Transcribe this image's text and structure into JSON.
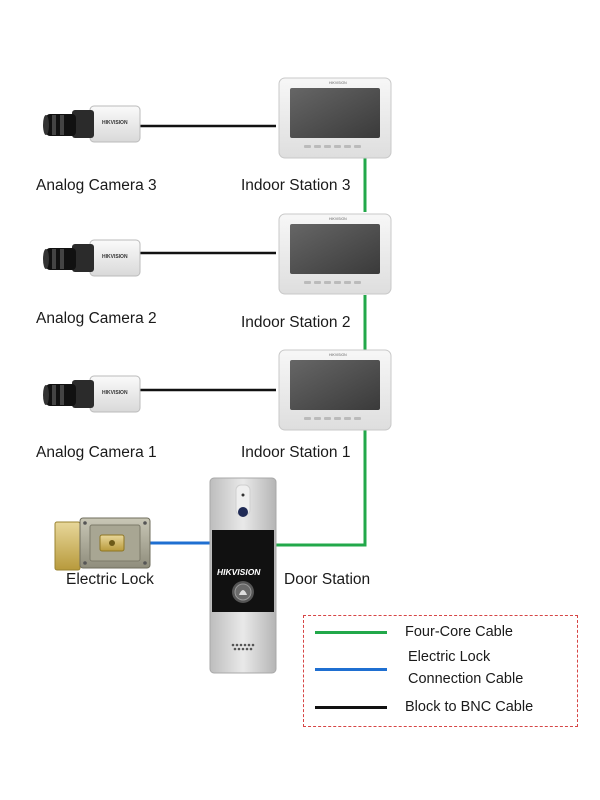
{
  "devices": {
    "cameras": [
      {
        "label": "Analog Camera 3"
      },
      {
        "label": "Analog Camera 2"
      },
      {
        "label": "Analog Camera 1"
      }
    ],
    "indoor_stations": [
      {
        "label": "Indoor Station 3"
      },
      {
        "label": "Indoor Station 2"
      },
      {
        "label": "Indoor Station 1"
      }
    ],
    "door_station": {
      "label": "Door Station",
      "brand": "HIKVISION"
    },
    "electric_lock": {
      "label": "Electric Lock"
    },
    "brand": "HIKVISION"
  },
  "legend": {
    "items": [
      {
        "label": "Four-Core Cable",
        "color": "#22a84a"
      },
      {
        "label_line1": "Electric Lock",
        "label_line2": "Connection Cable",
        "color": "#1f6fd1"
      },
      {
        "label": "Block to BNC Cable",
        "color": "#111111"
      }
    ]
  },
  "colors": {
    "four_core": "#22a84a",
    "lock_cable": "#1f6fd1",
    "bnc_cable": "#111111"
  }
}
